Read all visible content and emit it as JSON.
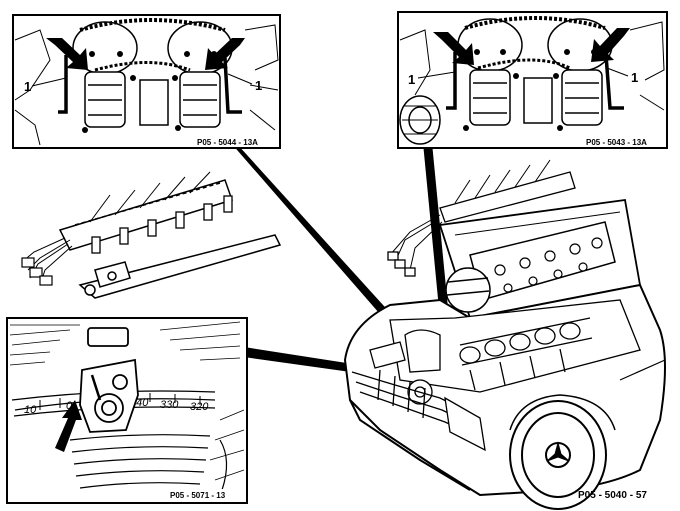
{
  "panels": {
    "top_left": {
      "ref_code": "P05 - 5044 - 13A",
      "callout_left": "1",
      "callout_right": "1"
    },
    "top_right": {
      "ref_code": "P05 - 5043 - 13A",
      "callout_left": "1",
      "callout_right": "1"
    },
    "bottom_left": {
      "ref_code": "P05 - 5071 - 13",
      "scale_marks": [
        "10",
        "0",
        "340",
        "330",
        "320"
      ]
    }
  },
  "main": {
    "ref_code": "P05 - 5040 - 57"
  },
  "colors": {
    "ink": "#000000",
    "paper": "#ffffff"
  }
}
